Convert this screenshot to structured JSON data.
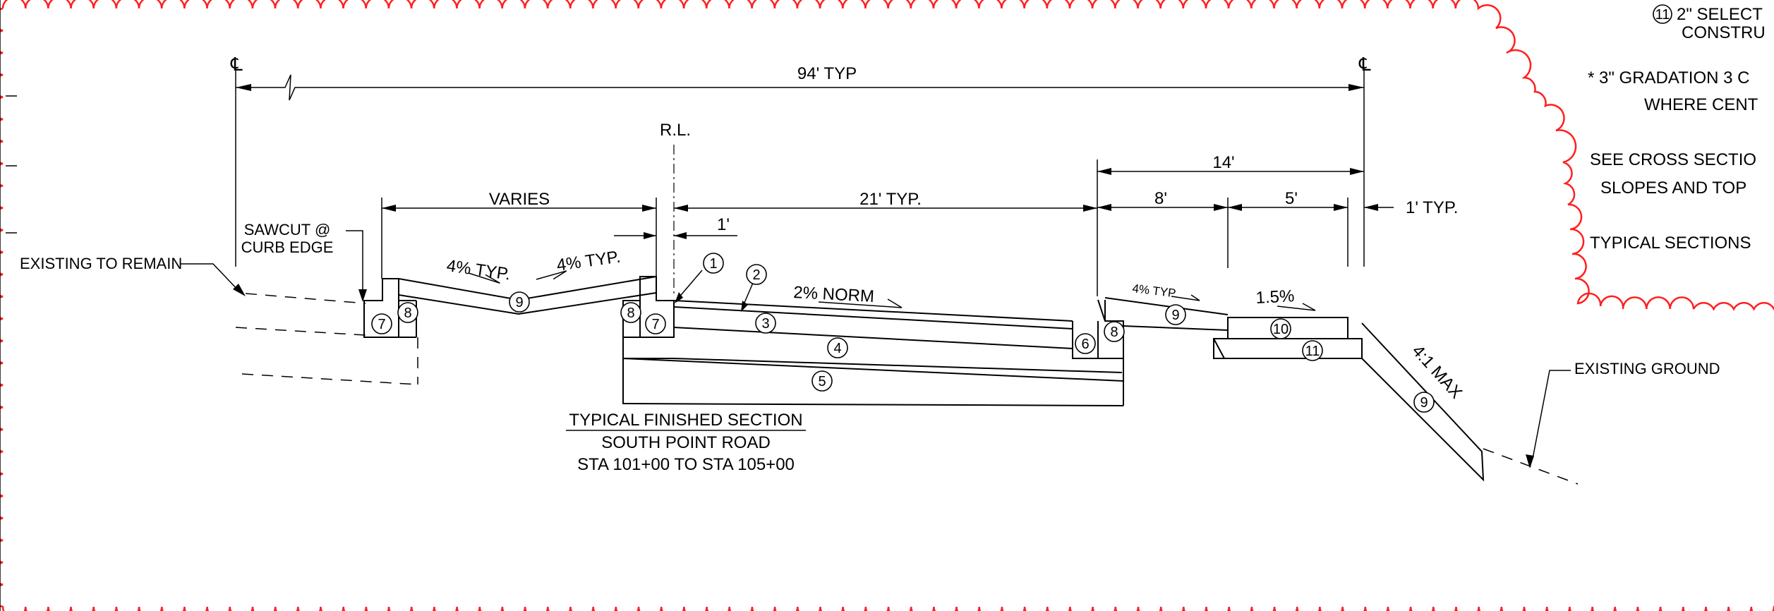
{
  "dimensions": {
    "overall": "94' TYP",
    "varies": "VARIES",
    "lane": "21' TYP.",
    "one_ft": "1'",
    "fourteen": "14'",
    "eight": "8'",
    "five": "5'",
    "one_typ": "1' TYP."
  },
  "labels": {
    "pl_left": "℄",
    "pl_right": "℄",
    "rl": "R.L.",
    "sawcut_1": "SAWCUT @",
    "sawcut_2": "CURB EDGE",
    "existing_to_remain": "EXISTING TO REMAIN",
    "existing_ground": "EXISTING GROUND",
    "slope_median_left": "4% TYP.",
    "slope_median_right": "4% TYP.",
    "slope_norm": "2% NORM",
    "slope_walk_small": "4% TYP",
    "slope_path": "1.5%",
    "slope_embankment": "4:1 MAX"
  },
  "title": {
    "line1": "TYPICAL FINISHED SECTION",
    "line2": "SOUTH POINT ROAD",
    "line3": "STA 101+00 TO STA 105+00"
  },
  "callouts": [
    "1",
    "2",
    "3",
    "4",
    "5",
    "6",
    "7",
    "8",
    "9",
    "10",
    "11"
  ],
  "notes": {
    "note11_num": "11",
    "note11_l1": "2\" SELECT",
    "note11_l2": "CONSTRU",
    "star_l1": "* 3\" GRADATION 3 C",
    "star_l2": "WHERE CENT",
    "see_l1": "SEE CROSS SECTIO",
    "see_l2": "SLOPES AND TOP",
    "typ": "TYPICAL SECTIONS"
  },
  "colors": {
    "revision_cloud": "#ff1f1f",
    "linework": "#000000"
  }
}
